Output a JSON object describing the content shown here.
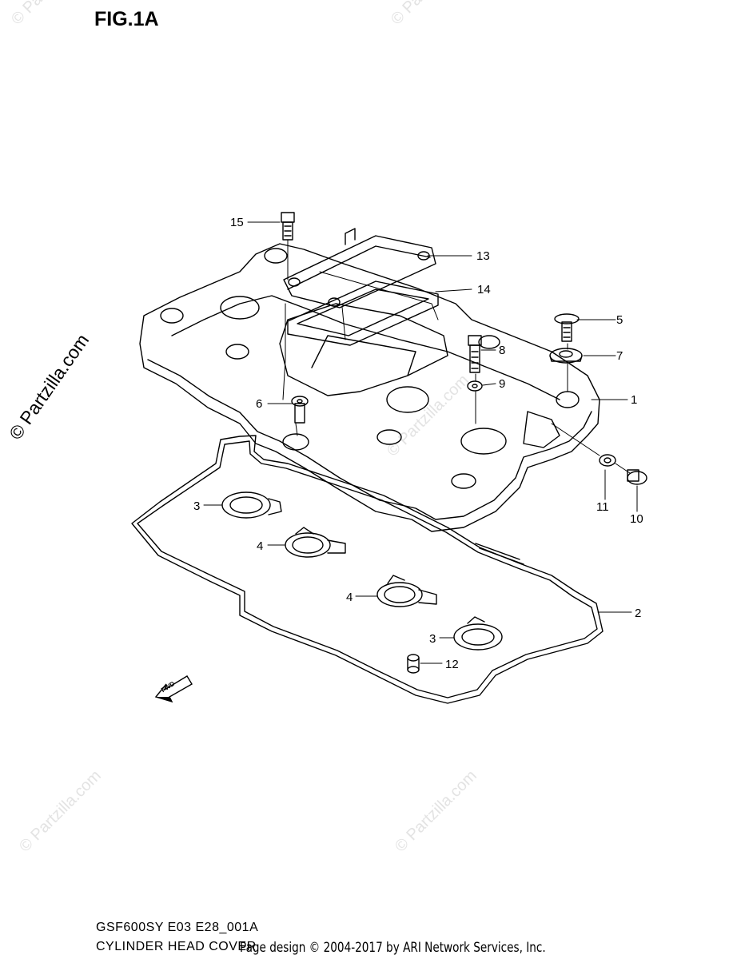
{
  "figure": {
    "title": "FIG.1A",
    "code": "GSF600SY E03 E28_001A",
    "name": "CYLINDER HEAD COVER"
  },
  "credit": "Page design © 2004-2017 by ARI Network Services, Inc.",
  "watermark": "© Partzilla.com",
  "fwd_label": "FWD",
  "callouts": [
    "15",
    "13",
    "14",
    "5",
    "8",
    "7",
    "9",
    "1",
    "6",
    "11",
    "10",
    "3",
    "4",
    "4",
    "2",
    "3",
    "12"
  ]
}
